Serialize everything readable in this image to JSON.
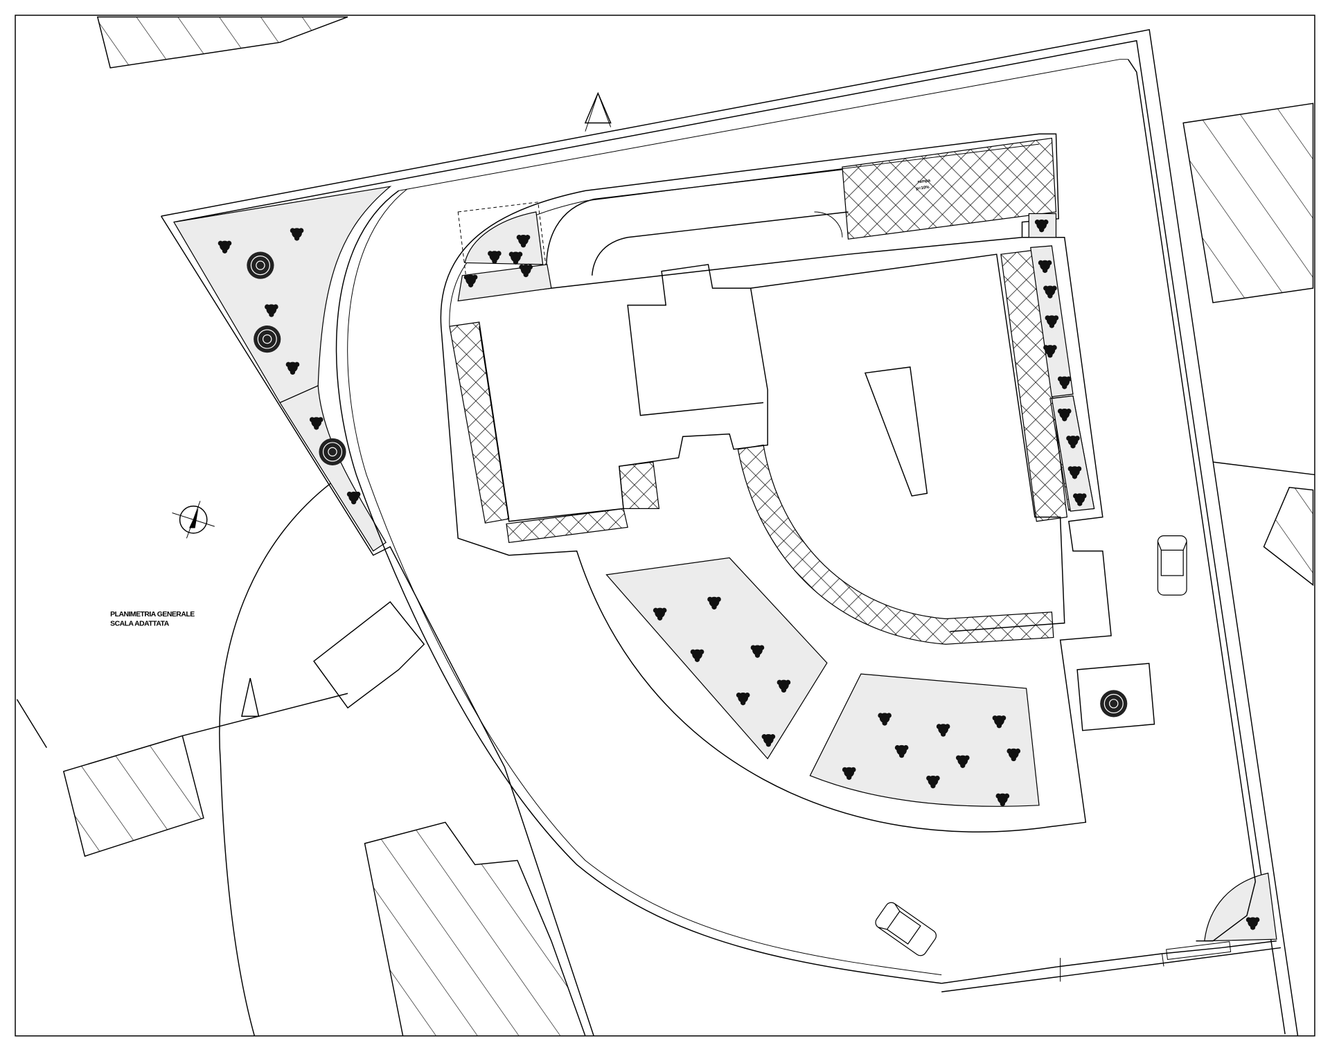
{
  "title_block": {
    "line1": "PLANIMETRIA GENERALE",
    "line2": "SCALA ADATTATA"
  },
  "ramp": {
    "label": "rampa",
    "slope": "p=10%"
  },
  "compass": {
    "icon": "north-arrow-icon"
  }
}
